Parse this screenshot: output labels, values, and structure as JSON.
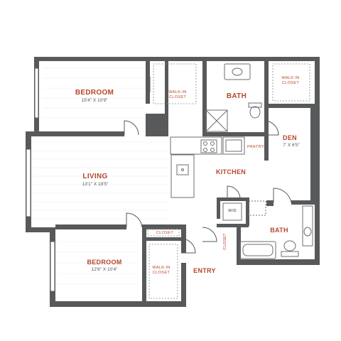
{
  "rooms": {
    "bedroom_1": {
      "name": "BEDROOM",
      "dims": "15'4\" X 10'9\""
    },
    "walk_in_closet_1": {
      "name_line1": "WALK-IN",
      "name_line2": "CLOSET"
    },
    "bath_1": {
      "name": "BATH"
    },
    "walk_in_closet_2": {
      "name_line1": "WALK-IN",
      "name_line2": "CLOSET"
    },
    "den": {
      "name": "DEN",
      "dims": "7' X 6'5\""
    },
    "pantry": {
      "name": "PANTRY"
    },
    "kitchen": {
      "name": "KITCHEN"
    },
    "living": {
      "name": "LIVING",
      "dims": "13'1\" X 19'5\""
    },
    "washer_dryer": {
      "name": "W/D"
    },
    "closet_hall": {
      "name": "CLOSET"
    },
    "closet_small": {
      "name": "CLOSET"
    },
    "bath_2": {
      "name": "BATH"
    },
    "bedroom_2": {
      "name": "BEDROOM",
      "dims": "12'6\" X 10'4\""
    },
    "walk_in_closet_3": {
      "name_line1": "WALK-IN",
      "name_line2": "CLOSET"
    },
    "entry": {
      "name": "ENTRY"
    }
  },
  "colors": {
    "wall": "#58595b",
    "label": "#b5462a",
    "dims": "#555555",
    "fixture": "#6d6e71",
    "floor_line": "#e6e6e6"
  }
}
